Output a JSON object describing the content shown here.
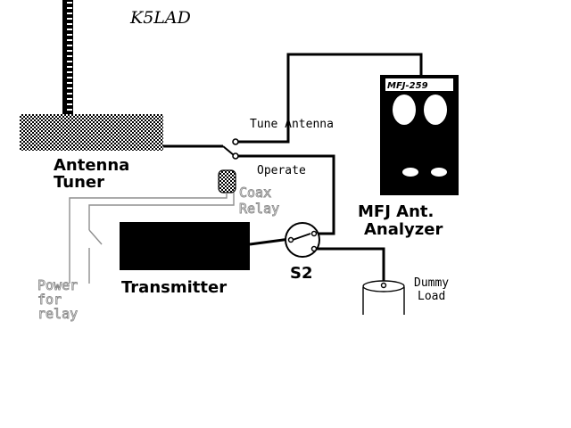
{
  "callsign": "K5LAD",
  "labels": {
    "tuner_line1": "Antenna",
    "tuner_line2": "Tuner",
    "tune_antenna": "Tune  Antenna",
    "operate": "Operate",
    "coax_relay_line1": "Coax",
    "coax_relay_line2": "Relay",
    "analyzer_line1": "MFJ Ant.",
    "analyzer_line2": "Analyzer",
    "analyzer_badge": "MFJ-259",
    "transmitter": "Transmitter",
    "switch_s2": "S2",
    "dummy_line1": "Dummy",
    "dummy_line2": "Load",
    "power_line1": "Power",
    "power_line2": "for",
    "power_line3": "relay"
  },
  "colors": {
    "ink": "#000000",
    "control_wiring": "#8f8f8f",
    "outline_text": "#8a8a8a",
    "background": "#ffffff"
  }
}
